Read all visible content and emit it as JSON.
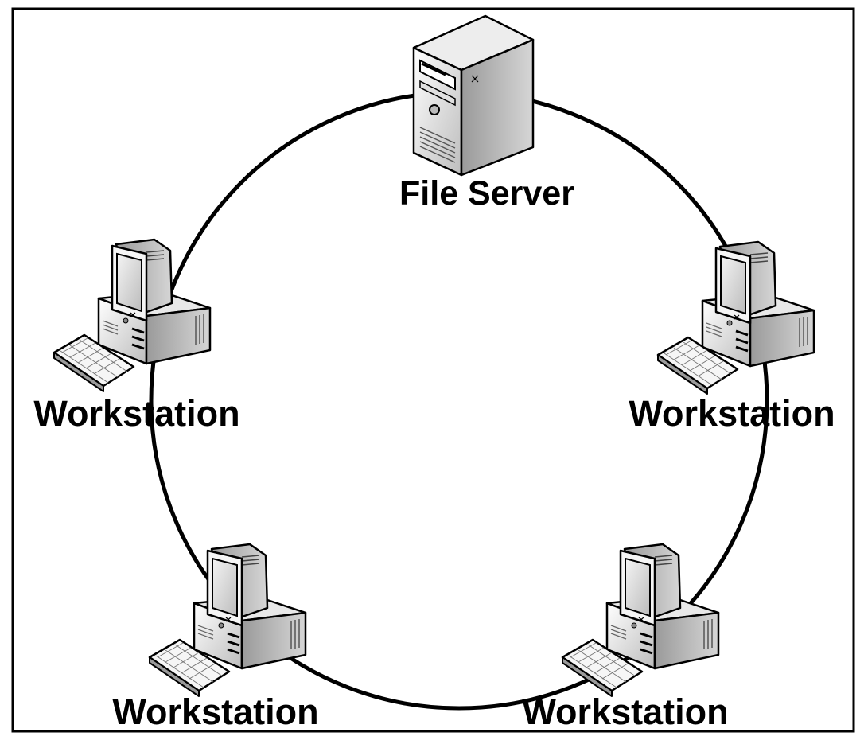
{
  "diagram": {
    "topology": "ring",
    "colors": {
      "ring": "#000000",
      "frame": "#000000",
      "background": "#ffffff",
      "device_light": "#f2f2f2",
      "device_mid": "#c8c8c8",
      "device_dark": "#7a7a7a",
      "screen": "#dcdcdc"
    },
    "nodes": [
      {
        "id": "file-server",
        "label": "File Server",
        "icon": "server-icon"
      },
      {
        "id": "workstation-left",
        "label": "Workstation",
        "icon": "workstation-icon"
      },
      {
        "id": "workstation-right",
        "label": "Workstation",
        "icon": "workstation-icon"
      },
      {
        "id": "workstation-bottom-left",
        "label": "Workstation",
        "icon": "workstation-icon"
      },
      {
        "id": "workstation-bottom-right",
        "label": "Workstation",
        "icon": "workstation-icon"
      }
    ]
  }
}
